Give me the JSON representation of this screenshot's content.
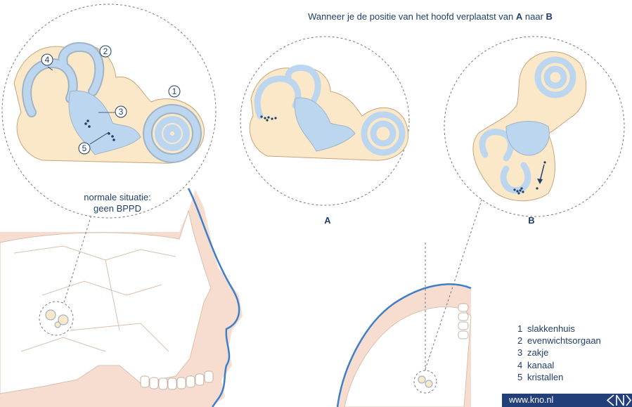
{
  "header": {
    "caption_prefix": "Wanneer je de positie van het hoofd verplaatst van ",
    "pos_a": "A",
    "caption_mid": " naar ",
    "pos_b": "B"
  },
  "panels": {
    "normal": {
      "line1": "normale situatie:",
      "line2": "geen BPPD"
    },
    "a": {
      "label": "A"
    },
    "b": {
      "label": "B"
    }
  },
  "markers": [
    "1",
    "2",
    "3",
    "4",
    "5"
  ],
  "legend": {
    "items": [
      {
        "num": "1",
        "label": "slakkenhuis"
      },
      {
        "num": "2",
        "label": "evenwichtsorgaan"
      },
      {
        "num": "3",
        "label": "zakje"
      },
      {
        "num": "4",
        "label": "kanaal"
      },
      {
        "num": "5",
        "label": "kristallen"
      }
    ],
    "url": "www.kno.nl"
  },
  "colors": {
    "skin": "#f7ddd0",
    "organ_fill": "#fbe8c8",
    "canal_fill": "#bcd6ef",
    "ink": "#1f3f68",
    "accent": "#3f7fc8",
    "brand": "#233f7a"
  },
  "icons": [
    "kno-logo-icon"
  ]
}
